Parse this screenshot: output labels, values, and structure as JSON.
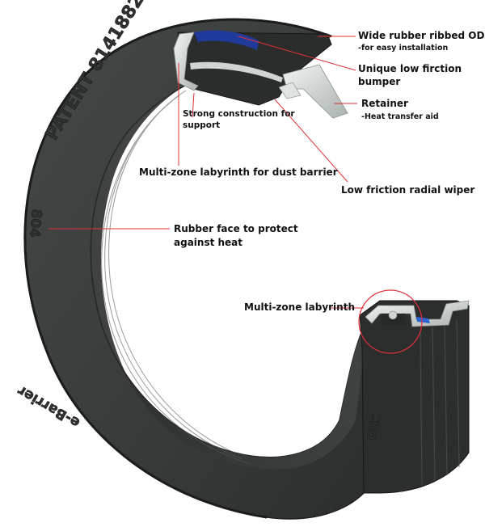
{
  "diagram": {
    "subject": "Rubber oil seal with cutaway cross-section",
    "colors": {
      "rubber": "#3a3d3c",
      "rubber_dark": "#252827",
      "rubber_light": "#4a4e4d",
      "metal_retainer": "#d9dedc",
      "blue_rib": "#1f3a9a",
      "callout_line": "#e0303a",
      "background": "#ffffff"
    },
    "embossed_text": {
      "patent": "PATENT 8141882",
      "part_number": "804",
      "brand": "e-Barrier",
      "material": "CHO"
    },
    "callouts": [
      {
        "id": "wide-rubber-od",
        "title": "Wide rubber ribbed OD",
        "subtitle": "-for easy installation"
      },
      {
        "id": "low-friction-bumper",
        "title": "Unique low firction",
        "title_line2": "bumper"
      },
      {
        "id": "retainer",
        "title": "Retainer",
        "subtitle": "-Heat transfer aid"
      },
      {
        "id": "strong-construction",
        "title": "Strong construction for",
        "title_line2": "support"
      },
      {
        "id": "multi-zone-dust",
        "title": "Multi-zone labyrinth for dust barrier"
      },
      {
        "id": "radial-wiper",
        "title": "Low friction radial wiper"
      },
      {
        "id": "rubber-face",
        "title": "Rubber face to protect",
        "title_line2": "against heat"
      },
      {
        "id": "multi-zone",
        "title": "Multi-zone labyrinth"
      }
    ]
  }
}
